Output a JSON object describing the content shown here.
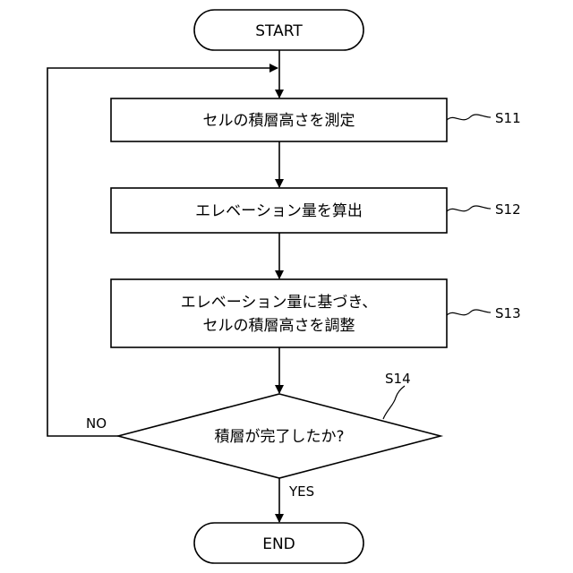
{
  "nodes": {
    "start": "START",
    "step1": "セルの積層高さを測定",
    "step2": "エレベーション量を算出",
    "step3_line1": "エレベーション量に基づき、",
    "step3_line2": "セルの積層高さを調整",
    "decision": "積層が完了したか?",
    "end": "END"
  },
  "step_labels": {
    "s11": "S11",
    "s12": "S12",
    "s13": "S13",
    "s14": "S14"
  },
  "branches": {
    "no": "NO",
    "yes": "YES"
  }
}
